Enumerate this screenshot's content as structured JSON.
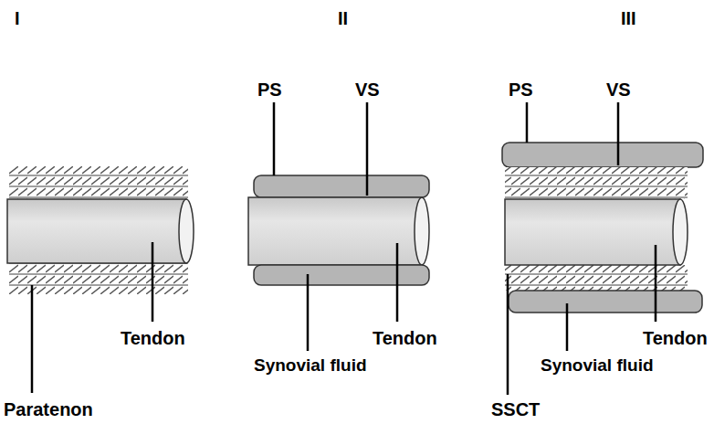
{
  "diagram": {
    "labels": [
      "I",
      "II",
      "III",
      "PS",
      "VS",
      "PS",
      "VS",
      "Tendon",
      "Tendon",
      "Tendon",
      "Synovial fluid",
      "Synovial fluid",
      "SSCT",
      "Paratenon"
    ]
  }
}
